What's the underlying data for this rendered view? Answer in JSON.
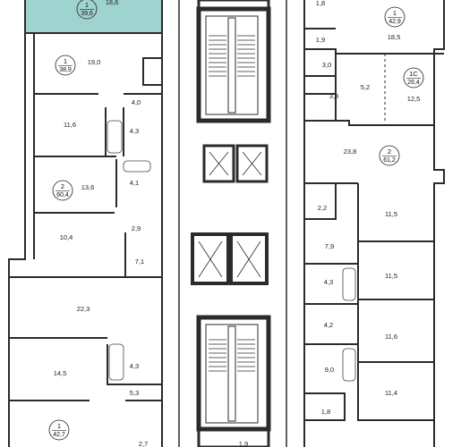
{
  "highlight_color": "#9fd3cf",
  "wall_color": "#2b2b2b",
  "apartments": [
    {
      "id": "a1",
      "number": "1",
      "area": "39,6"
    },
    {
      "id": "a2",
      "number": "1",
      "area": "38,9"
    },
    {
      "id": "a3",
      "number": "2",
      "area": "60,4"
    },
    {
      "id": "a4",
      "number": "1",
      "area": "42,7"
    },
    {
      "id": "a5",
      "number": "1",
      "area": "42,9"
    },
    {
      "id": "a6",
      "number": "1С",
      "area": "26,4"
    },
    {
      "id": "a7",
      "number": "2",
      "area": "61,2"
    }
  ],
  "rooms": [
    {
      "id": "r01",
      "text": "18,6"
    },
    {
      "id": "r02",
      "text": "19,0"
    },
    {
      "id": "r03",
      "text": "4,0"
    },
    {
      "id": "r04",
      "text": "11,6"
    },
    {
      "id": "r05",
      "text": "4,3"
    },
    {
      "id": "r06",
      "text": "13,6"
    },
    {
      "id": "r07",
      "text": "4,1"
    },
    {
      "id": "r08",
      "text": "2,9"
    },
    {
      "id": "r09",
      "text": "10,4"
    },
    {
      "id": "r10",
      "text": "7,1"
    },
    {
      "id": "r11",
      "text": "22,3"
    },
    {
      "id": "r12",
      "text": "14,5"
    },
    {
      "id": "r13",
      "text": "4,3"
    },
    {
      "id": "r14",
      "text": "5,3"
    },
    {
      "id": "r15",
      "text": "2,7"
    },
    {
      "id": "r16",
      "text": "1,8"
    },
    {
      "id": "r17",
      "text": "18,5"
    },
    {
      "id": "r18",
      "text": "1,9"
    },
    {
      "id": "r19",
      "text": "3,0"
    },
    {
      "id": "r20",
      "text": "3,8"
    },
    {
      "id": "r21",
      "text": "5,2"
    },
    {
      "id": "r22",
      "text": "12,5"
    },
    {
      "id": "r23",
      "text": "23,8"
    },
    {
      "id": "r24",
      "text": "2,2"
    },
    {
      "id": "r25",
      "text": "7,9"
    },
    {
      "id": "r26",
      "text": "11,5"
    },
    {
      "id": "r27",
      "text": "11,5"
    },
    {
      "id": "r28",
      "text": "4,3"
    },
    {
      "id": "r29",
      "text": "4,2"
    },
    {
      "id": "r30",
      "text": "11,6"
    },
    {
      "id": "r31",
      "text": "9,0"
    },
    {
      "id": "r32",
      "text": "11,4"
    },
    {
      "id": "r33",
      "text": "1,8"
    },
    {
      "id": "r34",
      "text": "1,9"
    }
  ]
}
